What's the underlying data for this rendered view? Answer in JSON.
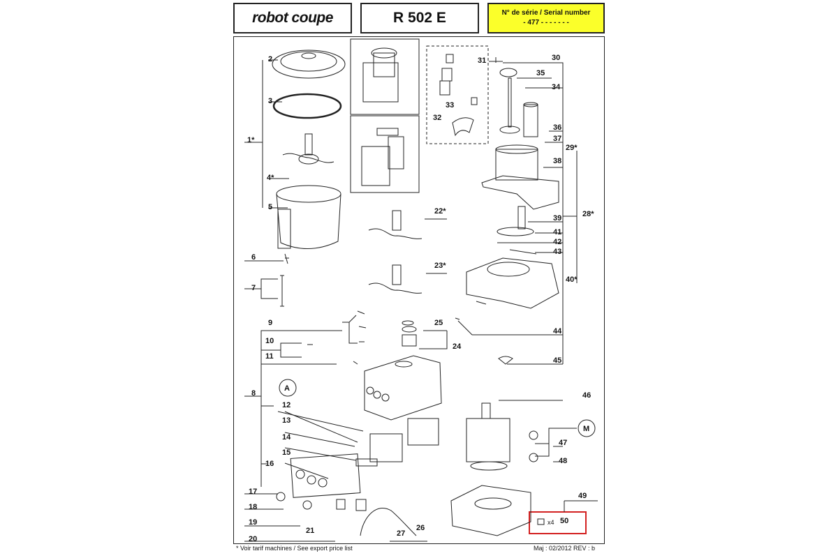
{
  "header": {
    "brand": "robot coupe",
    "model": "R 502 E",
    "serial_label": "N° de série / Serial number",
    "serial_value": "- 477 - - - - -   - -"
  },
  "callouts": [
    "1*",
    "2",
    "3",
    "4*",
    "5",
    "6",
    "7",
    "8",
    "9",
    "10",
    "11",
    "12",
    "13",
    "14",
    "15",
    "16",
    "17",
    "18",
    "19",
    "20",
    "21",
    "22*",
    "23*",
    "24",
    "25",
    "26",
    "27",
    "28*",
    "29*",
    "30",
    "31",
    "32",
    "33",
    "34",
    "35",
    "36",
    "37",
    "38",
    "39",
    "40*",
    "41",
    "42",
    "43",
    "44",
    "45",
    "46",
    "47",
    "48",
    "49",
    "50"
  ],
  "circle_tags": [
    "A",
    "M"
  ],
  "quantity_note": "x4",
  "footer": {
    "note": "* Voir tarif machines / See export price list",
    "revision": "Maj : 02/2012   REV : b"
  },
  "colors": {
    "serial_bg": "#fbff2a",
    "highlight": "#d32020"
  }
}
